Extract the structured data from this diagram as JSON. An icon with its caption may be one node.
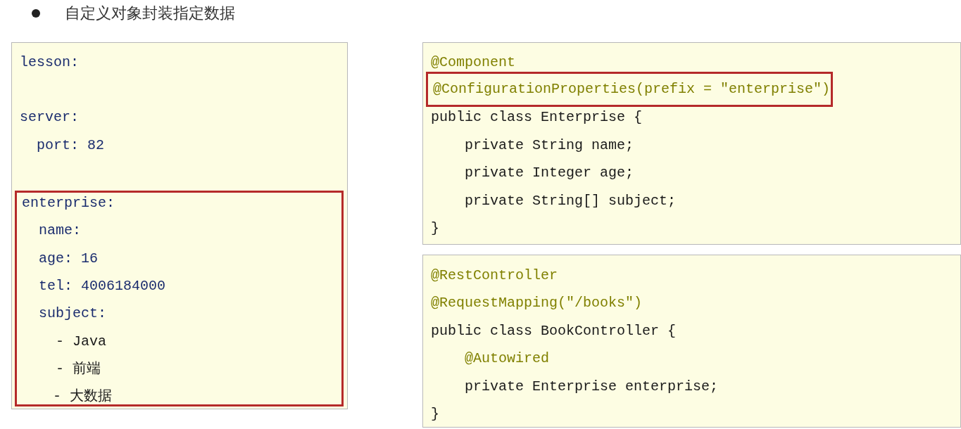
{
  "diagram": {
    "title": "自定义对象封装指定数据",
    "nodes": [
      {
        "text": [
          "lesson:",
          "server:",
          "port: 82"
        ]
      },
      {
        "text": [
          "enterprise:",
          "name:",
          "age: 16",
          "tel: 4006184000",
          "subject:",
          "- Java",
          "- 前端",
          "- 大数据"
        ],
        "in": 0
      },
      {
        "text": [
          "@Component",
          "public class Enterprise {",
          "private String name;",
          "private Integer age;",
          "private String[] subject;",
          "}"
        ]
      },
      {
        "text": [
          "@ConfigurationProperties(prefix = \"enterprise\")"
        ],
        "in": 2
      },
      {
        "text": [
          "@RestController",
          "@RequestMapping(\"/books\")",
          "public class BookController {",
          "@Autowired",
          "private Enterprise enterprise;",
          "}"
        ]
      }
    ]
  }
}
